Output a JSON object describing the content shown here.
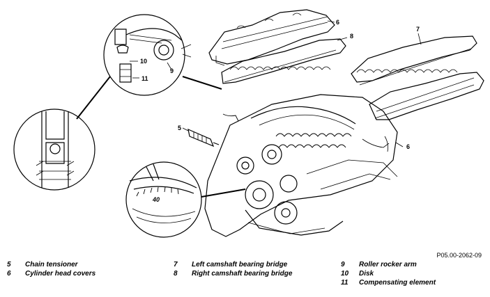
{
  "callouts": {
    "c5": "5",
    "c6_top": "6",
    "c6_right": "6",
    "c7": "7",
    "c8": "8",
    "c9": "9",
    "c10": "10",
    "c11": "11",
    "tick_40": "40"
  },
  "reference_code": "P05.00-2062-09",
  "legend": {
    "col1": [
      {
        "num": "5",
        "text": "Chain tensioner"
      },
      {
        "num": "6",
        "text": "Cylinder head covers"
      }
    ],
    "col2": [
      {
        "num": "7",
        "text": "Left camshaft bearing bridge"
      },
      {
        "num": "8",
        "text": "Right camshaft bearing bridge"
      }
    ],
    "col3": [
      {
        "num": "9",
        "text": "Roller rocker arm"
      },
      {
        "num": "10",
        "text": "Disk"
      },
      {
        "num": "11",
        "text": "Compensating element"
      }
    ]
  }
}
